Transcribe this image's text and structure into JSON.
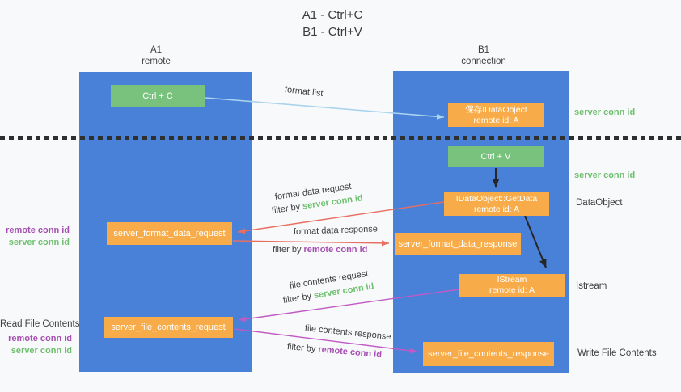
{
  "colors": {
    "background": "#f8f9fa",
    "lane_blue": "#4a81d8",
    "node_green": "#78c27d",
    "node_orange": "#f8ac49",
    "arrow_lightblue": "#a9d3ee",
    "arrow_black": "#262626",
    "arrow_red": "#e96e62",
    "arrow_magenta": "#c05ac4",
    "text_green": "#6ec06f",
    "text_purple": "#a64fb2",
    "text_dark": "#3d3d3d",
    "divider_dark": "#2f2f2f"
  },
  "title": {
    "line1": "A1 - Ctrl+C",
    "line2": "B1 - Ctrl+V"
  },
  "lanes": {
    "left": {
      "name": "A1",
      "role": "remote"
    },
    "right": {
      "name": "B1",
      "role": "connection"
    }
  },
  "nodes": {
    "ctrl_c": {
      "label": "Ctrl + C"
    },
    "ctrl_v": {
      "label": "Ctrl + V"
    },
    "save_dataobject": {
      "line1": "保存IDataObject",
      "line2": "remote id: A"
    },
    "getdata": {
      "line1": "IDataObject::GetData",
      "line2": "remote id: A"
    },
    "istream": {
      "line1": "IStream",
      "line2": "remote id: A"
    },
    "format_request": {
      "label": "server_format_data_request"
    },
    "format_response": {
      "label": "server_format_data_response"
    },
    "file_request": {
      "label": "server_file_contents_request"
    },
    "file_response": {
      "label": "server_file_contents_response"
    }
  },
  "edge_labels": {
    "format_list": "format list",
    "format_data_request": "format data request",
    "format_data_response": "format data response",
    "file_contents_request": "file contents request",
    "file_contents_response": "file contents response",
    "filter_by": "filter by ",
    "server_conn_id": "server conn id",
    "remote_conn_id": "remote conn id"
  },
  "side_labels": {
    "server_conn_id": "server conn id",
    "remote_conn_id": "remote conn id",
    "dataobject": "DataObject",
    "istream": "Istream",
    "read_file_contents": "Read File Contents",
    "write_file_contents": "Write File Contents"
  }
}
